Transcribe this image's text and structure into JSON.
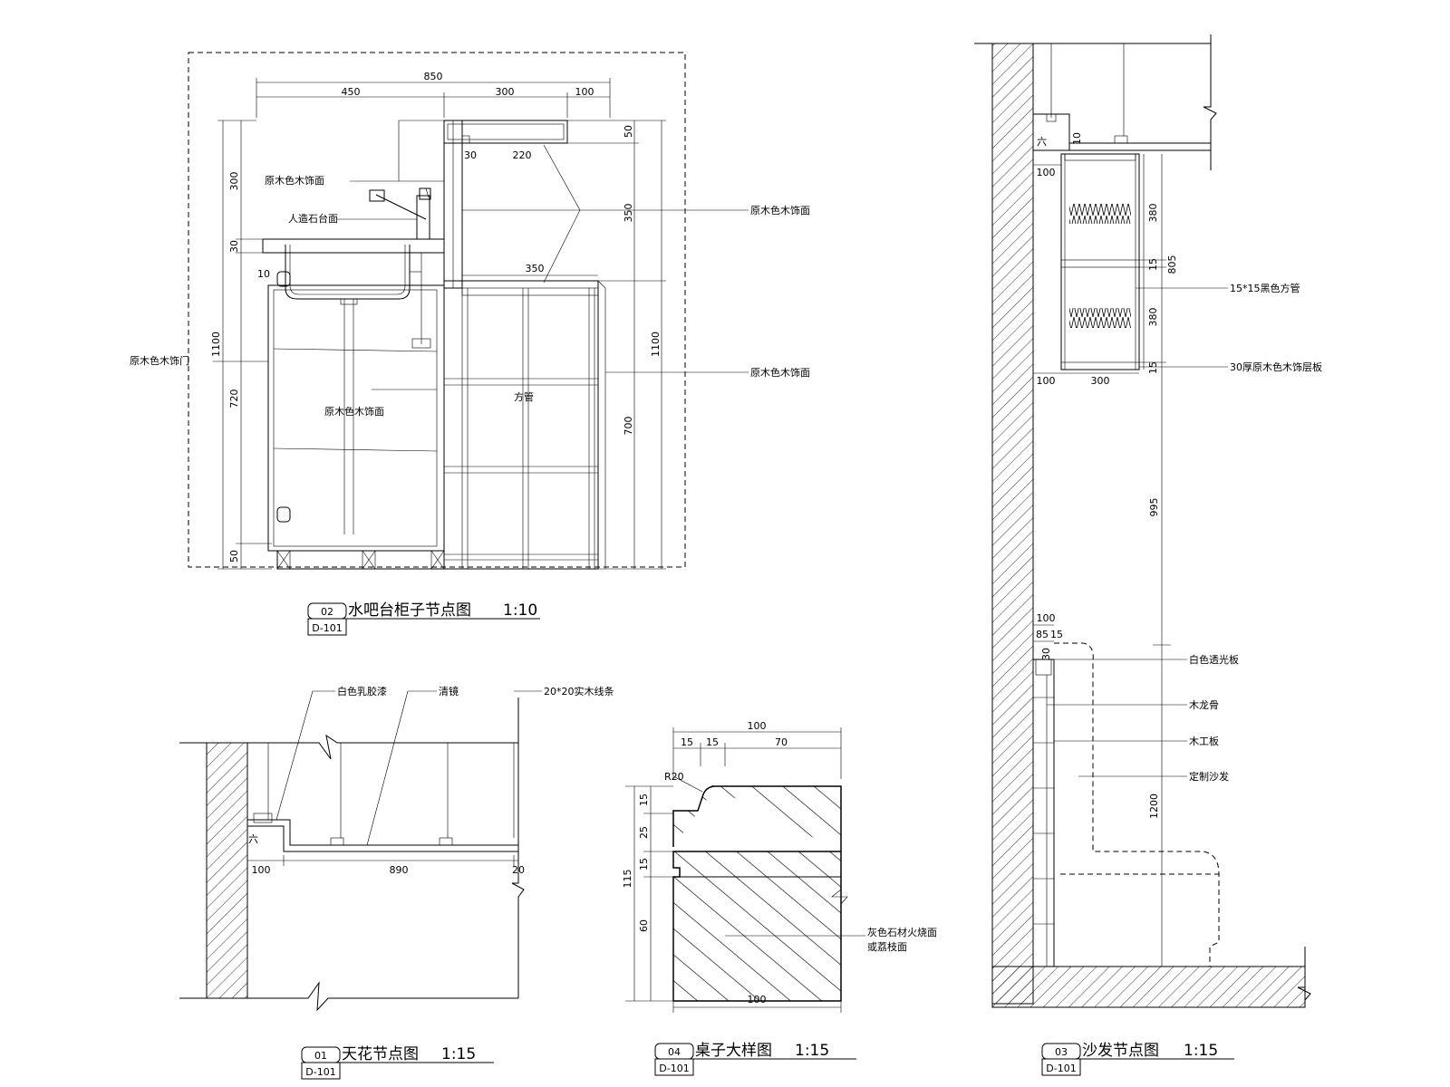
{
  "drawing_02": {
    "tag_num": "02",
    "tag_ref": "D-101",
    "title": "水吧台柜子节点图",
    "scale": "1:10",
    "dims": {
      "d850": "850",
      "d450": "450",
      "d300": "300",
      "d100": "100",
      "d220": "220",
      "d30": "30",
      "d350": "350",
      "left_300": "300",
      "left_30": "30",
      "left_1100": "1100",
      "left_720": "720",
      "left_50": "50",
      "left_10": "10",
      "right_50": "50",
      "right_350": "350",
      "right_1100": "1100",
      "right_700": "700"
    },
    "labels": {
      "wood_finish_1": "原木色木饰面",
      "stone_top": "人造石台面",
      "wood_finish_2": "原木色木饰面",
      "wood_door": "原木色木饰门",
      "wood_finish_3": "原木色木饰面",
      "wood_finish_4": "原木色木饰面",
      "square_tube": "方管"
    }
  },
  "drawing_01": {
    "tag_num": "01",
    "tag_ref": "D-101",
    "title": "天花节点图",
    "scale": "1:15",
    "dims": {
      "d100": "100",
      "d890": "890",
      "d20": "20"
    },
    "labels": {
      "white_latex": "白色乳胶漆",
      "mirror": "清镜",
      "wood_strip": "20*20实木线条"
    }
  },
  "drawing_04": {
    "tag_num": "04",
    "tag_ref": "D-101",
    "title": "桌子大样图",
    "scale": "1:15",
    "dims": {
      "top_100": "100",
      "t15a": "15",
      "t15b": "15",
      "t70": "70",
      "r20": "R20",
      "v15a": "15",
      "v25": "25",
      "v15b": "15",
      "v115": "115",
      "v60": "60",
      "bottom_100": "100"
    },
    "labels": {
      "stone_line1": "灰色石材火烧面",
      "stone_line2": "或荔枝面"
    }
  },
  "drawing_03": {
    "tag_num": "03",
    "tag_ref": "D-101",
    "title": "沙发节点图",
    "scale": "1:15",
    "dims": {
      "d10": "10",
      "d100a": "100",
      "d380a": "380",
      "d15a": "15",
      "d805": "805",
      "d380b": "380",
      "d15b": "15",
      "d100b": "100",
      "d300": "300",
      "d995": "995",
      "d100c": "100",
      "d85": "85",
      "d15c": "15",
      "d30": "30",
      "d1200": "1200"
    },
    "labels": {
      "black_tube": "15*15黑色方管",
      "wood_shelf": "30厚原木色木饰层板",
      "white_panel": "白色透光板",
      "wood_keel": "木龙骨",
      "wood_board": "木工板",
      "custom_sofa": "定制沙发"
    }
  }
}
